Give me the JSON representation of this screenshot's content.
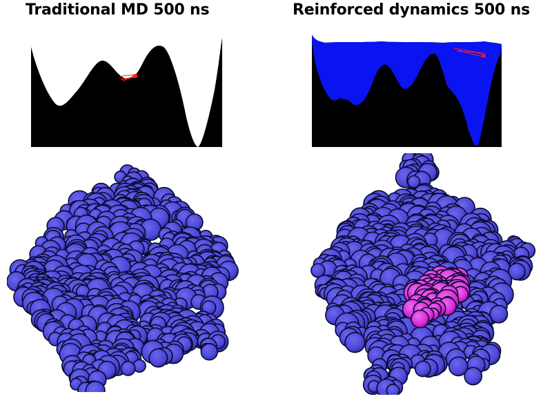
{
  "panels": [
    {
      "title": "Traditional MD 500 ns",
      "landscape": {
        "background": "#000000",
        "sampled_fill": "none",
        "trajectory_color": "#ff2020"
      },
      "protein": {
        "color": "#4b46d6",
        "highlight": "none"
      }
    },
    {
      "title": "Reinforced dynamics 500 ns",
      "landscape": {
        "background": "#000000",
        "sampled_fill": "#0a14f0",
        "trajectory_color": "#ff2020"
      },
      "protein": {
        "color": "#4b46d6",
        "highlight": "#d52ad6"
      }
    }
  ]
}
